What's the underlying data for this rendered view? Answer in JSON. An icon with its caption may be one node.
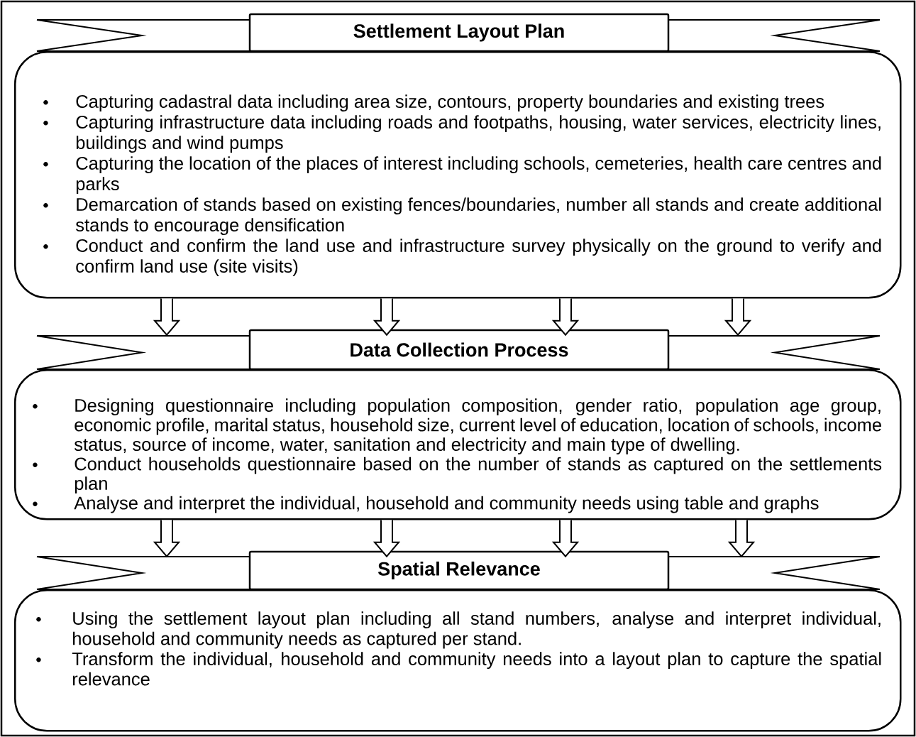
{
  "diagram": {
    "nodes": [
      {
        "text": [
          "Settlement Layout Plan"
        ]
      },
      {
        "text": [
          "Capturing cadastral data including area size, contours, property boundaries and existing trees",
          "Capturing infrastructure data including roads and footpaths, housing, water services, electricity lines, buildings and wind pumps",
          "Capturing the location of the places of interest including schools, cemeteries, health care centres and parks",
          "Demarcation of stands based on existing fences/boundaries, number all stands and create additional stands to encourage densification",
          "Conduct and confirm the land use and infrastructure survey physically on the ground to verify and confirm land use (site visits)"
        ]
      },
      {
        "text": [
          "Data Collection Process"
        ]
      },
      {
        "text": [
          "Designing questionnaire including population composition, gender ratio, population age group, economic profile, marital status, household size, current level of education, location of schools, income status, source of income, water, sanitation and electricity and main type of dwelling.",
          "Conduct households questionnaire based on the number of stands as captured on the settlements plan",
          "Analyse and interpret the individual, household and community needs using table and graphs"
        ]
      },
      {
        "text": [
          "Spatial Relevance"
        ]
      },
      {
        "text": [
          "Using the settlement layout plan including all stand numbers, analyse and interpret individual, household and community needs as captured per stand.",
          "Transform the individual, household and community needs into a layout plan to capture the spatial relevance"
        ]
      }
    ],
    "edges": [
      {
        "from": 1,
        "to": 2,
        "arrow": "to"
      },
      {
        "from": 1,
        "to": 2,
        "arrow": "to"
      },
      {
        "from": 1,
        "to": 2,
        "arrow": "to"
      },
      {
        "from": 1,
        "to": 2,
        "arrow": "to"
      },
      {
        "from": 3,
        "to": 4,
        "arrow": "to"
      },
      {
        "from": 3,
        "to": 4,
        "arrow": "to"
      },
      {
        "from": 3,
        "to": 4,
        "arrow": "to"
      },
      {
        "from": 3,
        "to": 4,
        "arrow": "to"
      }
    ]
  }
}
